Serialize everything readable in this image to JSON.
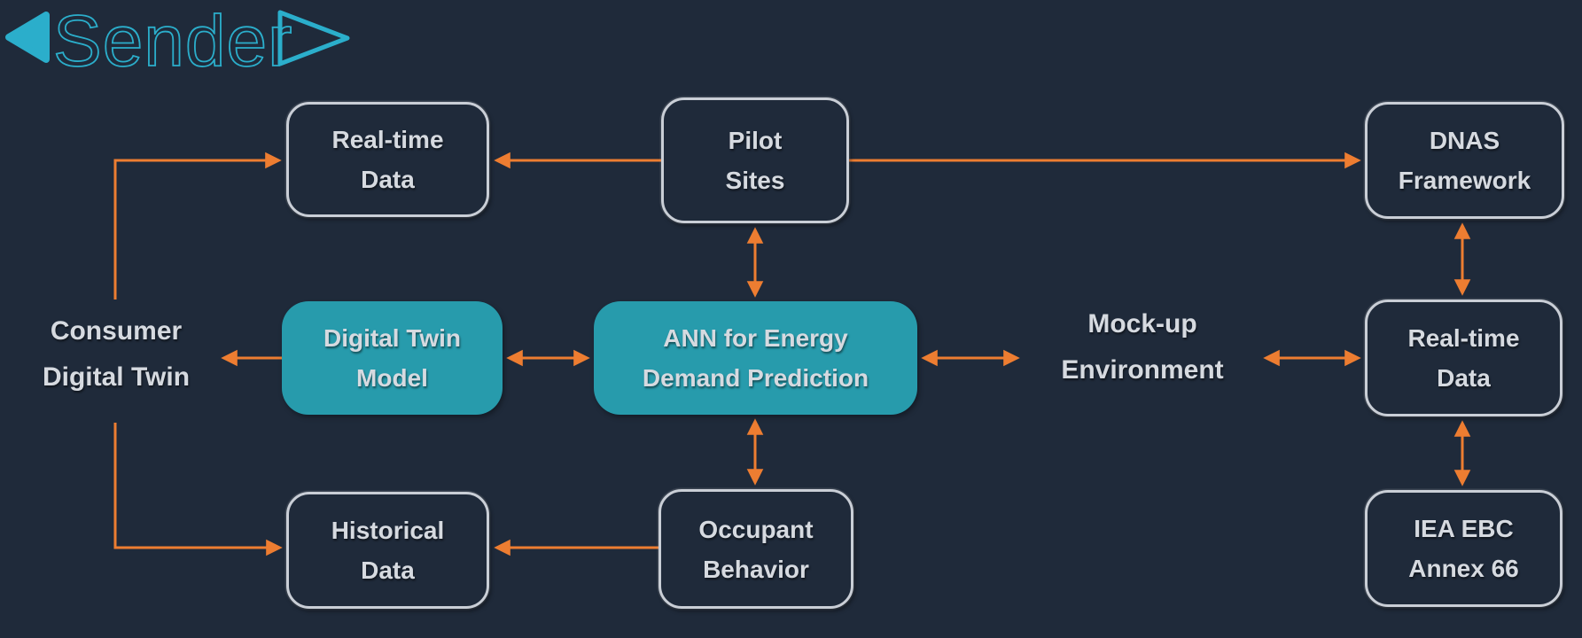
{
  "logo": {
    "text": "Sender"
  },
  "colors": {
    "background": "#1F2A3A",
    "accent_teal": "#279BAC",
    "logo_teal": "#2BAECB",
    "arrow_orange": "#ED7D31",
    "box_border": "#C9CED6",
    "text_light": "#D6DAE0"
  },
  "nodes": {
    "real_time_data_left": {
      "line1": "Real-time",
      "line2": "Data",
      "style": "outlined-box"
    },
    "pilot_sites": {
      "line1": "Pilot",
      "line2": "Sites",
      "style": "outlined-box"
    },
    "dnas_framework": {
      "line1": "DNAS",
      "line2": "Framework",
      "style": "outlined-box"
    },
    "digital_twin_model": {
      "line1": "Digital Twin",
      "line2": "Model",
      "style": "teal-filled-box"
    },
    "ann_energy_demand": {
      "line1": "ANN for Energy",
      "line2": "Demand Prediction",
      "style": "teal-filled-box"
    },
    "real_time_data_right": {
      "line1": "Real-time",
      "line2": "Data",
      "style": "outlined-box"
    },
    "historical_data": {
      "line1": "Historical",
      "line2": "Data",
      "style": "outlined-box"
    },
    "occupant_behavior": {
      "line1": "Occupant",
      "line2": "Behavior",
      "style": "outlined-box"
    },
    "iea_ebc_annex_66": {
      "line1": "IEA EBC",
      "line2": "Annex 66",
      "style": "outlined-box"
    },
    "consumer_digital_twin": {
      "line1": "Consumer",
      "line2": "Digital Twin",
      "style": "text-only"
    },
    "mockup_environment": {
      "line1": "Mock-up",
      "line2": "Environment",
      "style": "text-only"
    }
  },
  "edges": [
    {
      "from": "consumer_digital_twin",
      "to": "real_time_data_left",
      "shape": "elbow",
      "arrowheads": "end"
    },
    {
      "from": "consumer_digital_twin",
      "to": "historical_data",
      "shape": "elbow",
      "arrowheads": "end"
    },
    {
      "from": "pilot_sites",
      "to": "real_time_data_left",
      "shape": "straight",
      "arrowheads": "end"
    },
    {
      "from": "pilot_sites",
      "to": "dnas_framework",
      "shape": "straight",
      "arrowheads": "end"
    },
    {
      "from": "pilot_sites",
      "to": "ann_energy_demand",
      "shape": "straight",
      "arrowheads": "both"
    },
    {
      "from": "digital_twin_model",
      "to": "consumer_digital_twin",
      "shape": "straight",
      "arrowheads": "end"
    },
    {
      "from": "digital_twin_model",
      "to": "ann_energy_demand",
      "shape": "straight",
      "arrowheads": "both"
    },
    {
      "from": "ann_energy_demand",
      "to": "occupant_behavior",
      "shape": "straight",
      "arrowheads": "both"
    },
    {
      "from": "ann_energy_demand",
      "to": "mockup_environment",
      "shape": "straight",
      "arrowheads": "both"
    },
    {
      "from": "mockup_environment",
      "to": "real_time_data_right",
      "shape": "straight",
      "arrowheads": "both"
    },
    {
      "from": "dnas_framework",
      "to": "real_time_data_right",
      "shape": "straight",
      "arrowheads": "both"
    },
    {
      "from": "real_time_data_right",
      "to": "iea_ebc_annex_66",
      "shape": "straight",
      "arrowheads": "both"
    },
    {
      "from": "occupant_behavior",
      "to": "historical_data",
      "shape": "straight",
      "arrowheads": "end"
    }
  ]
}
